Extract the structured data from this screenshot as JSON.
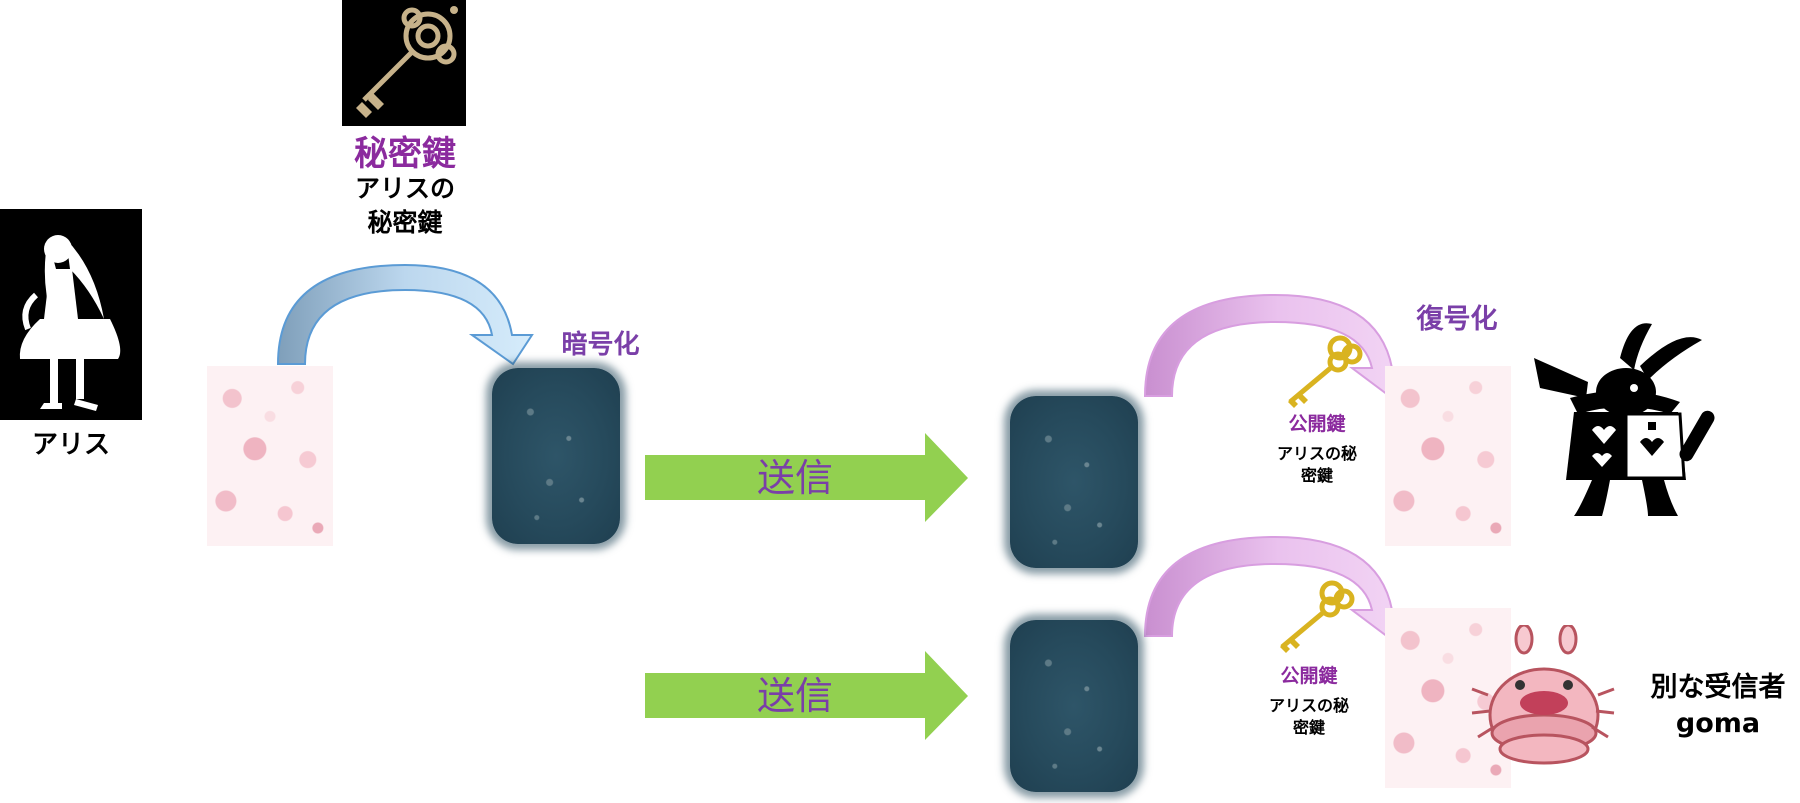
{
  "alice": {
    "name": "アリス"
  },
  "secret_key": {
    "title": "秘密鍵",
    "owner_line1": "アリスの",
    "owner_line2": "秘密鍵"
  },
  "encrypt": {
    "label": "暗号化"
  },
  "send": {
    "label_top": "送信",
    "label_bottom": "送信"
  },
  "decrypt": {
    "label": "復号化"
  },
  "public_key_top": {
    "title": "公開鍵",
    "desc_line1": "アリスの秘",
    "desc_line2": "密鍵"
  },
  "public_key_bottom": {
    "title": "公開鍵",
    "desc_line1": "アリスの秘",
    "desc_line2": "密鍵"
  },
  "other_receiver": {
    "line1": "別な受信者",
    "line2": "goma"
  },
  "colors": {
    "purple_title": "#8b2a9e",
    "purple_label": "#7a3fa8",
    "send_arrow": "#92d050",
    "encrypt_arrow": "#5b9bd5",
    "decrypt_arrow": "#e2a8e8"
  }
}
